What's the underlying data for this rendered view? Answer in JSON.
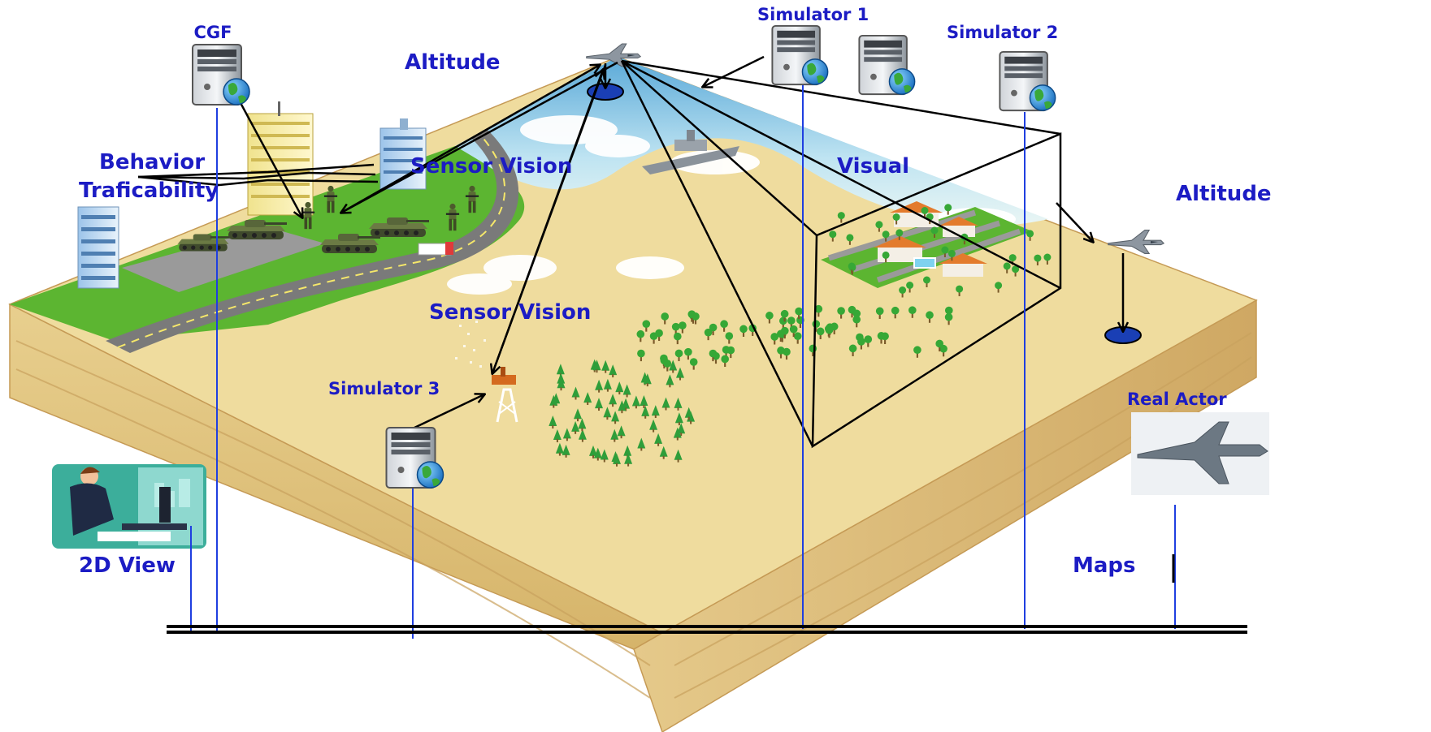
{
  "labels": {
    "cgf": "CGF",
    "altitude_top": "Altitude",
    "simulator_1": "Simulator 1",
    "simulator_2": "Simulator 2",
    "simulator_3": "Simulator 3",
    "behavior": "Behavior",
    "traficability": "Traficability",
    "sensor_vision_1": "Sensor Vision",
    "sensor_vision_2": "Sensor Vision",
    "visual": "Visual",
    "altitude_right": "Altitude",
    "real_actor": "Real Actor",
    "view_2d": "2D View",
    "maps": "Maps"
  },
  "colors": {
    "label_text": "#1c1cc4",
    "link_line": "#1f3fe0",
    "arrow": "#000000",
    "grass": "#5cb531",
    "sand": "#efdc9e",
    "sky": "#8fd3ea",
    "road": "#7a7a7a"
  },
  "icons": {
    "server": "server-with-globe-icon",
    "jet": "fighter-jet-icon",
    "tank": "tank-icon",
    "soldier": "soldier-icon",
    "radar": "radar-tower-icon",
    "ship": "warship-icon",
    "operator": "person-at-computer-icon",
    "altitude_marker": "altitude-marker-icon"
  }
}
